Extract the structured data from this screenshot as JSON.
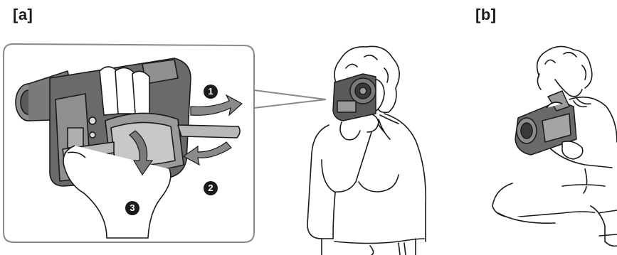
{
  "panels": {
    "a": {
      "label": "[a]"
    },
    "b": {
      "label": "[b]"
    }
  },
  "steps": [
    {
      "number": "1"
    },
    {
      "number": "2"
    },
    {
      "number": "3"
    }
  ],
  "colors": {
    "line": "#1a1a1a",
    "strap_gray": "#9a9a9a",
    "strap_light": "#c8c8c8",
    "camera_dark": "#5a5a5a",
    "camera_mid": "#8c8c8c",
    "frame_border": "#8a8a8a",
    "arrow": "#7a7a7a"
  },
  "icons": [
    "curved-arrow-out-icon",
    "curved-arrow-in-icon",
    "curved-arrow-down-icon",
    "step-number-badge"
  ]
}
